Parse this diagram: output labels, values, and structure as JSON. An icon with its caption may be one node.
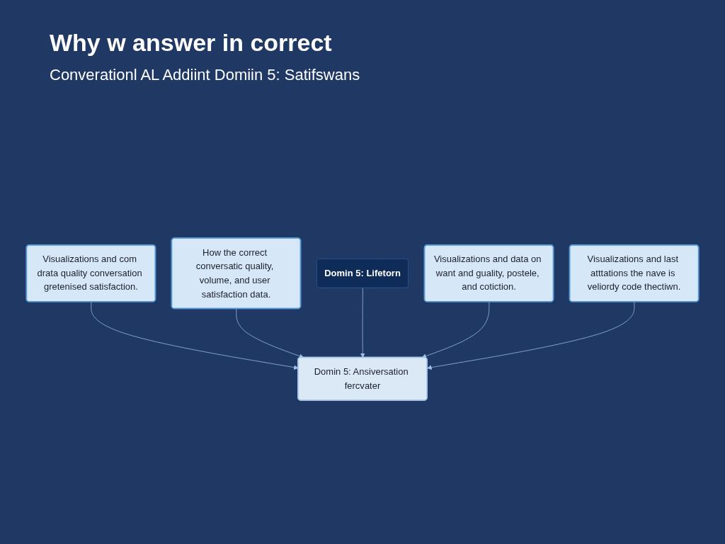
{
  "diagram": {
    "title": "Why w answer in correct",
    "nodes": [
      {
        "text": [
          "Visualizations and com drata quality conversation gretenised satisfaction."
        ]
      },
      {
        "text": [
          "How the correct conversatic quality, volume, and user satisfaction data."
        ]
      },
      {
        "text": [
          "Domin 5: Lifetorn"
        ]
      },
      {
        "text": [
          "Domin 5: Ansiversation fercvater"
        ]
      },
      {
        "text": [
          "Visualizations and data on want and guality, postele, and cotiction."
        ]
      },
      {
        "text": [
          "Visualizations and last atttations the nave is veliordy code thectiwn."
        ]
      }
    ],
    "edges": [
      {
        "from": 0,
        "to": 3,
        "arrow": "to"
      },
      {
        "from": 1,
        "to": 3,
        "arrow": "to"
      },
      {
        "from": 2,
        "to": 3,
        "arrow": "to"
      },
      {
        "from": 4,
        "to": 3,
        "arrow": "to"
      },
      {
        "from": 5,
        "to": 3,
        "arrow": "to"
      }
    ],
    "labels": [
      "Converationl AL Addiint Domiin 5: Satifswans"
    ]
  }
}
